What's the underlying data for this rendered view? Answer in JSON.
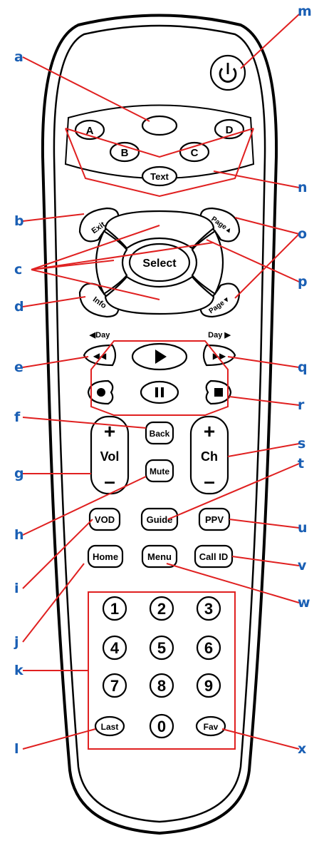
{
  "callouts": [
    "a",
    "b",
    "c",
    "d",
    "e",
    "f",
    "g",
    "h",
    "i",
    "j",
    "k",
    "l",
    "m",
    "n",
    "o",
    "p",
    "q",
    "r",
    "s",
    "t",
    "u",
    "v",
    "w",
    "x"
  ],
  "buttons": {
    "a": "A",
    "b": "B",
    "c": "C",
    "d": "D",
    "text": "Text",
    "exit": "Exit",
    "page_up": "Page▲",
    "select": "Select",
    "info": "Info",
    "page_down": "Page▼",
    "day_back": "◀Day",
    "day_fwd": "Day ▶",
    "back": "Back",
    "vol": "Vol",
    "ch": "Ch",
    "mute": "Mute",
    "vod": "VOD",
    "guide": "Guide",
    "ppv": "PPV",
    "home": "Home",
    "menu": "Menu",
    "call_id": "Call ID",
    "last": "Last",
    "fav": "Fav",
    "plus": "+",
    "minus": "–"
  },
  "digits": [
    "1",
    "2",
    "3",
    "4",
    "5",
    "6",
    "7",
    "8",
    "9",
    "0"
  ],
  "colors": {
    "callout_line": "#e02020",
    "callout_letter": "#1a5fb4",
    "outline": "#000000"
  }
}
